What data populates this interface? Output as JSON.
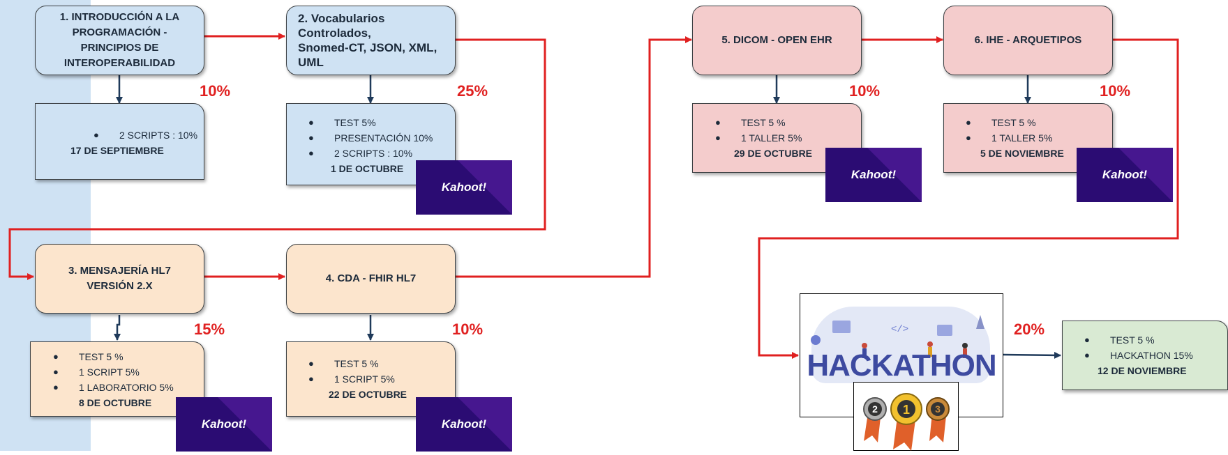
{
  "modules": [
    {
      "title": "1. INTRODUCCIÓN A LA PROGRAMACIÓN - PRINCIPIOS DE INTEROPERABILIDAD",
      "title_lines": [
        "1. INTRODUCCIÓN A LA",
        "PROGRAMACIÓN -",
        "PRINCIPIOS DE",
        "INTEROPERABILIDAD"
      ],
      "percent": "10%",
      "items": [
        "2 SCRIPTS :  10%"
      ],
      "date": "17 DE SEPTIEMBRE",
      "kahoot": false
    },
    {
      "title": "2. Vocabularios Controlados, Snomed-CT, JSON, XML, UML",
      "title_lines": [
        "2. Vocabularios",
        "Controlados,",
        "Snomed-CT, JSON, XML,",
        "UML"
      ],
      "percent": "25%",
      "items": [
        "TEST 5%",
        "PRESENTACIÓN 10%",
        "2 SCRIPTS :  10%"
      ],
      "date": "1 DE OCTUBRE",
      "kahoot": true
    },
    {
      "title": "3. MENSAJERÍA HL7 VERSIÓN 2.X",
      "title_lines": [
        "3. MENSAJERÍA HL7",
        "VERSIÓN 2.X"
      ],
      "percent": "15%",
      "items": [
        "TEST 5 %",
        "1 SCRIPT 5%",
        "1 LABORATORIO 5%"
      ],
      "date": "8 DE OCTUBRE",
      "kahoot": true
    },
    {
      "title": "4. CDA - FHIR HL7",
      "title_lines": [
        "4. CDA - FHIR HL7"
      ],
      "percent": "10%",
      "items": [
        "TEST 5 %",
        "1 SCRIPT 5%"
      ],
      "date": "22 DE OCTUBRE",
      "kahoot": true
    },
    {
      "title": "5. DICOM - OPEN EHR",
      "title_lines": [
        "5. DICOM - OPEN EHR"
      ],
      "percent": "10%",
      "items": [
        "TEST 5 %",
        "1 TALLER 5%"
      ],
      "date": "29 DE OCTUBRE",
      "kahoot": true
    },
    {
      "title": "6. IHE - ARQUETIPOS",
      "title_lines": [
        "6. IHE - ARQUETIPOS"
      ],
      "percent": "10%",
      "items": [
        "TEST 5 %",
        "1 TALLER 5%"
      ],
      "date": "5 DE NOVIEMBRE",
      "kahoot": true
    }
  ],
  "hackathon": {
    "logo_text": "HACKATHON",
    "percent": "20%",
    "items": [
      "TEST 5 %",
      "HACKATHON 15%"
    ],
    "date": "12 DE NOVIEMBRE"
  },
  "kahoot_label": "Kahoot!",
  "bullet": "●",
  "colors": {
    "arrow_red": "#e02020",
    "arrow_navy": "#1f3a5a",
    "blue": "#cfe2f3",
    "orange": "#fce5cd",
    "pink": "#f4cccc",
    "green": "#d9ead3",
    "kahoot": "#2b0c73"
  }
}
